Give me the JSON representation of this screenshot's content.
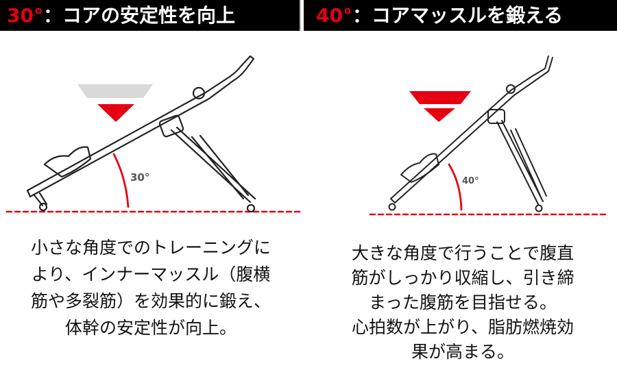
{
  "left": {
    "title_angle": "30°",
    "title_text": "：コアの安定性を向上",
    "angle_label": "30°",
    "description": [
      "小さな角度でのトレーニングに",
      "より、インナーマッスル（腹横",
      "筋や多裂筋）を効果的に鍛え、",
      "体幹の安定性が向上。"
    ]
  },
  "right": {
    "title_angle": "40°",
    "title_text": "：コアマッスルを鍛える",
    "angle_label": "40°",
    "description": [
      "大きな角度で行うことで腹直",
      "筋がしっかり収縮し、引き締",
      "まった腹筋を目指せる。",
      "心拍数が上がり、脂肪燃焼効",
      "果が高まる。"
    ]
  },
  "colors": {
    "accent": "#e60012",
    "inactive": "#d9d9d9",
    "header_bg": "#000000"
  }
}
